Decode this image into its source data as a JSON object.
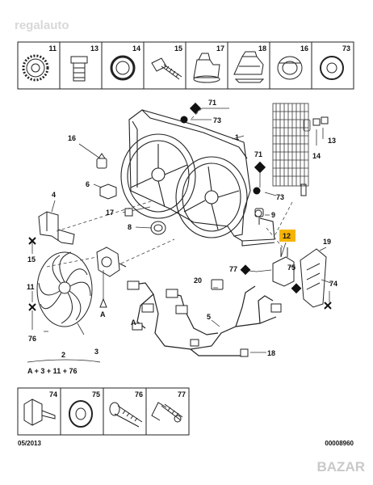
{
  "watermark": "regalauto",
  "top_parts": [
    "11",
    "13",
    "14",
    "15",
    "17",
    "18",
    "16",
    "73"
  ],
  "bottom_parts": [
    "74",
    "75",
    "76",
    "77"
  ],
  "callouts": {
    "c1": "1",
    "c2": "2",
    "c3": "3",
    "c4": "4",
    "c5": "5",
    "c6": "6",
    "c8": "8",
    "c9": "9",
    "c11": "11",
    "c12": "12",
    "c13": "13",
    "c14": "14",
    "c15": "15",
    "c16": "16",
    "c17": "17",
    "c18": "18",
    "c19": "19",
    "c20": "20",
    "c71a": "71",
    "c71b": "71",
    "c73a": "73",
    "c73b": "73",
    "c74": "74",
    "c75": "75",
    "c76": "76",
    "c77": "77",
    "cA1": "A",
    "cA2": "A"
  },
  "formula": "A + 3 + 11 + 76",
  "highlight_color": "#f5b400",
  "date": "05/2013",
  "ref": "00008960",
  "brand": "BAZAR"
}
